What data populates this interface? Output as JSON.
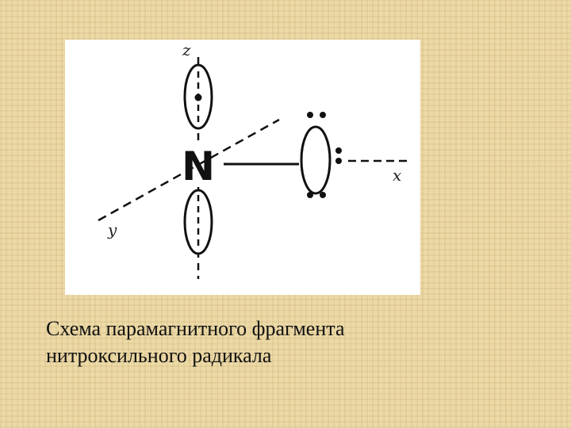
{
  "diagram": {
    "axis_z": "z",
    "axis_x": "x",
    "axis_y": "y",
    "atom": "N"
  },
  "caption": {
    "line1": "Схема парамагнитного фрагмента",
    "line2": "нитроксильного радикала"
  }
}
